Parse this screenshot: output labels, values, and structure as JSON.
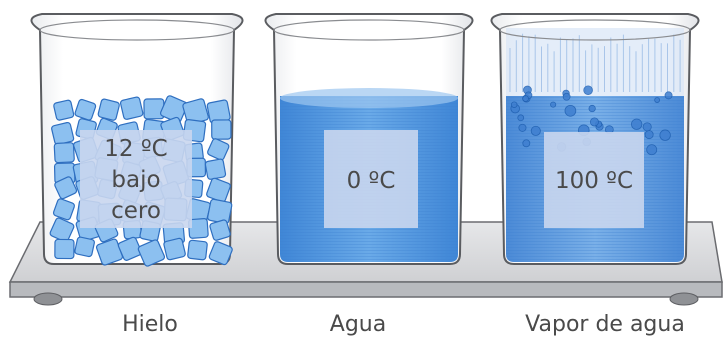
{
  "beakers": [
    {
      "name": "ice",
      "temperature_lines": [
        "12 ºC",
        "bajo",
        "cero"
      ],
      "caption": "Hielo"
    },
    {
      "name": "water",
      "temperature_lines": [
        "0 ºC"
      ],
      "caption": "Agua"
    },
    {
      "name": "steam",
      "temperature_lines": [
        "100 ºC"
      ],
      "caption": "Vapor de agua"
    }
  ],
  "colors": {
    "water": "#5a9be0",
    "ice": "#7ab3ec",
    "tray": "#d7d8da",
    "label_panel": "#c9d6ee",
    "text": "#4a4a4a"
  }
}
